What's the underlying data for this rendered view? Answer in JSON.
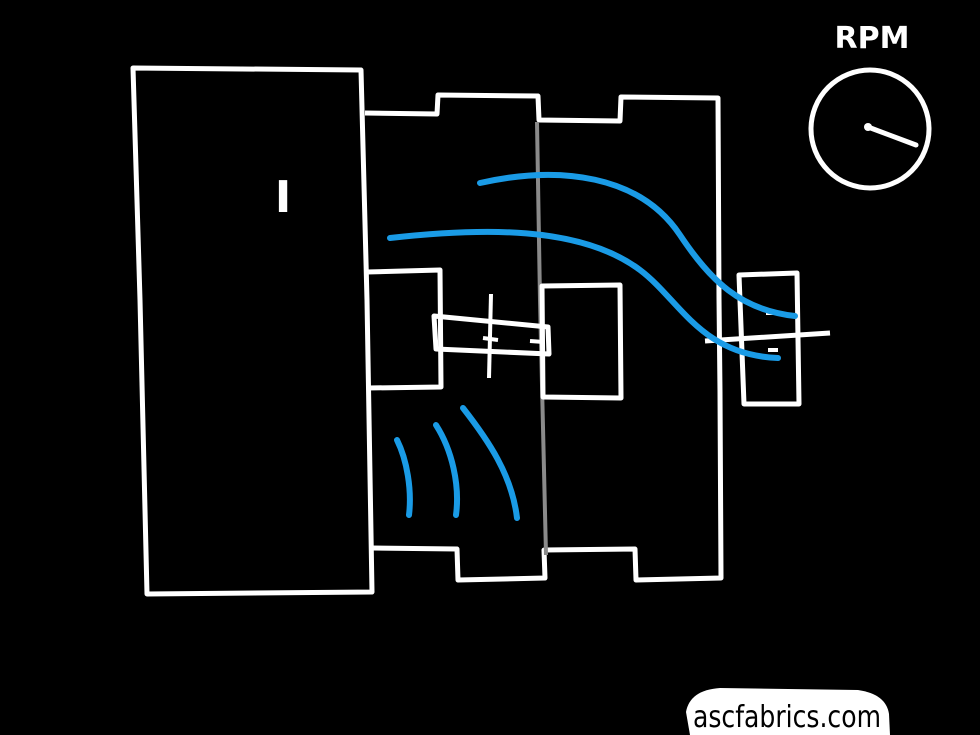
{
  "diagram": {
    "motor_label": "I",
    "gauge_label": "RPM",
    "watermark": "ascfabrics.com"
  },
  "colors": {
    "background": "#000000",
    "stroke": "#ffffff",
    "flow": "#1a9be6",
    "divider": "#8a8a8a"
  }
}
